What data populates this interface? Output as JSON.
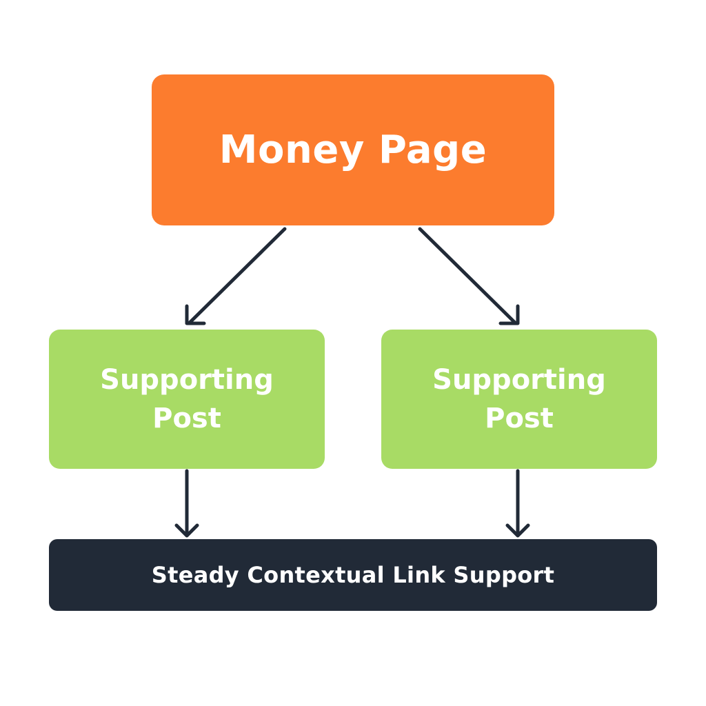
{
  "diagram": {
    "top": {
      "label": "Money Page"
    },
    "middle": [
      {
        "label": "Supporting Post"
      },
      {
        "label": "Supporting Post"
      }
    ],
    "bottom": {
      "label": "Steady Contextual Link Support"
    }
  },
  "colors": {
    "money": "#fc7c2e",
    "support": "#a8db65",
    "base": "#212a37",
    "connector": "#212a37",
    "text": "#ffffff"
  }
}
